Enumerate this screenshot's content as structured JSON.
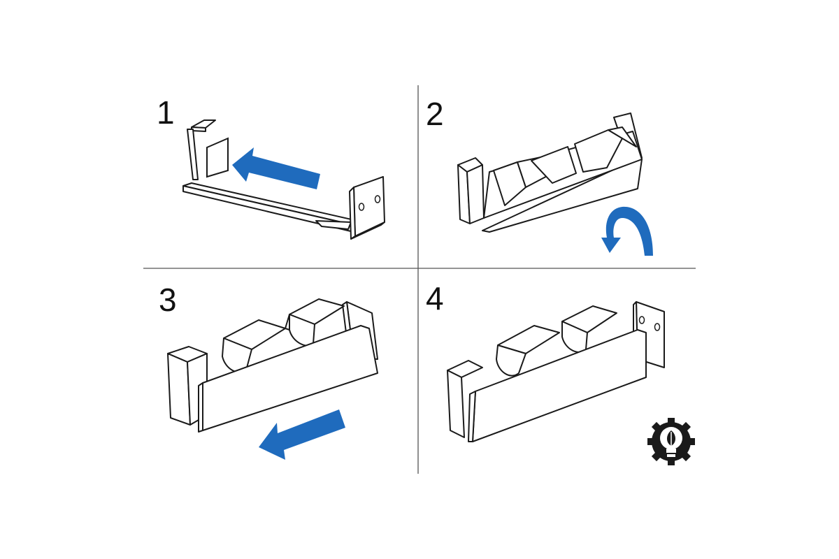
{
  "steps": [
    {
      "number": "1"
    },
    {
      "number": "2"
    },
    {
      "number": "3"
    },
    {
      "number": "4"
    }
  ],
  "colors": {
    "arrow": "#1f6bbd",
    "line": "#1a1a1a",
    "divider": "#555555"
  },
  "icons": [
    "arrow-left-icon",
    "rotate-arrow-icon",
    "arrow-down-left-icon",
    "gear-bulb-leaf-logo"
  ]
}
